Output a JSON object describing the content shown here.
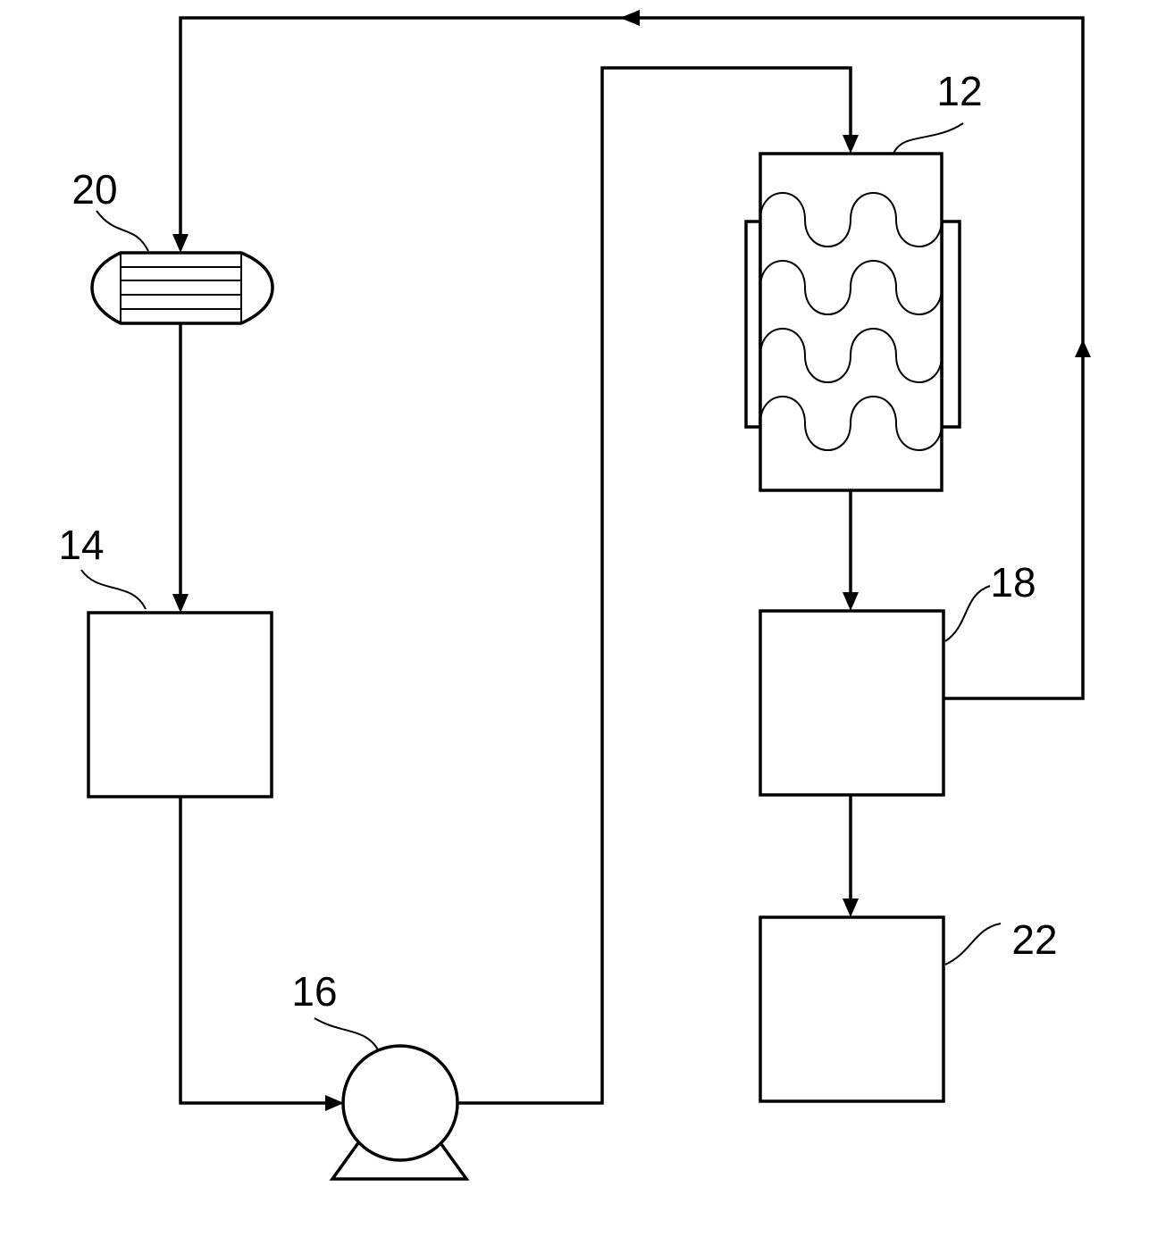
{
  "components": {
    "reactor": {
      "ref": "12"
    },
    "tank": {
      "ref": "14"
    },
    "pump": {
      "ref": "16"
    },
    "separator": {
      "ref": "18"
    },
    "heat_exchanger": {
      "ref": "20"
    },
    "collector": {
      "ref": "22"
    }
  },
  "colors": {
    "line": "#000000",
    "background": "#ffffff"
  }
}
